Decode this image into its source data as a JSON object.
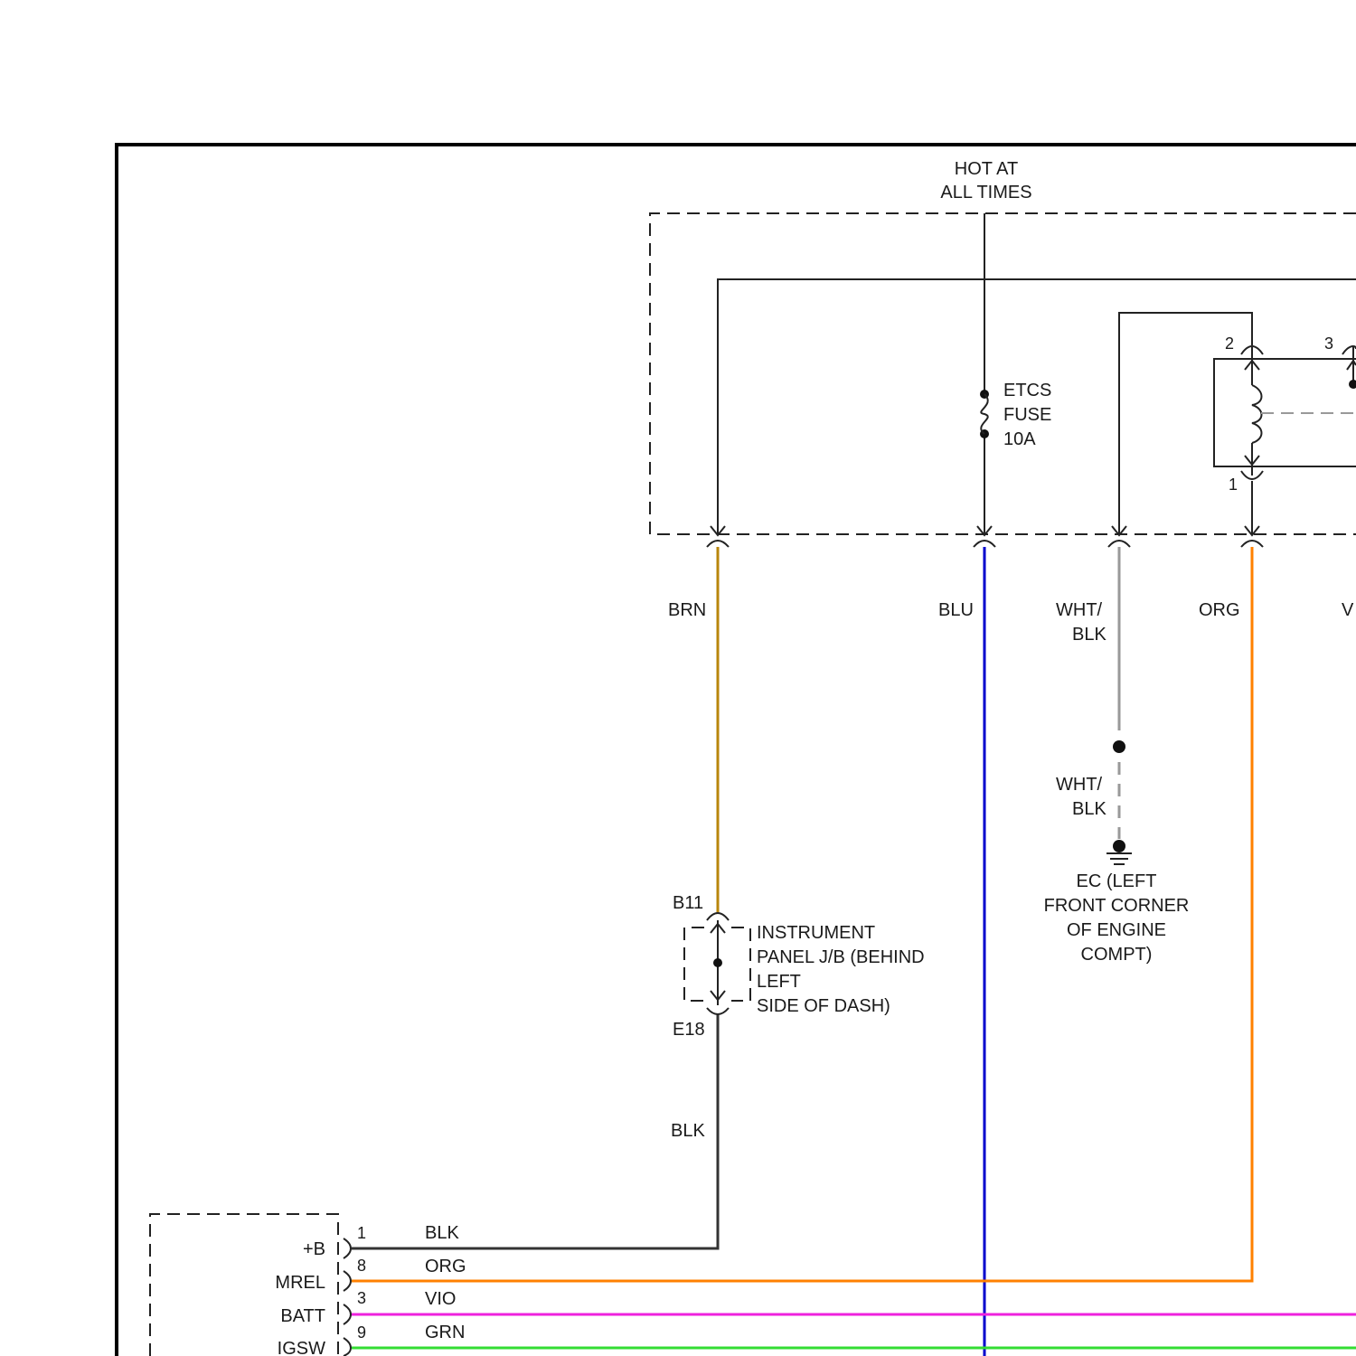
{
  "power": {
    "line1": "HOT AT",
    "line2": "ALL TIMES"
  },
  "fuse": {
    "line1": "ETCS",
    "line2": "FUSE",
    "line3": "10A"
  },
  "relay": {
    "pin_2": "2",
    "pin_3": "3",
    "pin_1": "1"
  },
  "wires": {
    "brn": "BRN",
    "blu": "BLU",
    "wht_blk_1a": "WHT/",
    "wht_blk_1b": "BLK",
    "org": "ORG",
    "vio_partial": "V",
    "wht_blk_2a": "WHT/",
    "wht_blk_2b": "BLK",
    "blk": "BLK"
  },
  "ground": {
    "line1": "EC (LEFT",
    "line2": "FRONT CORNER",
    "line3": "OF ENGINE",
    "line4": "COMPT)"
  },
  "junction_block": {
    "pin_top": "B11",
    "pin_bottom": "E18",
    "line1": "INSTRUMENT",
    "line2": "PANEL J/B (BEHIND",
    "line3": "LEFT",
    "line4": "SIDE OF DASH)"
  },
  "ecm": {
    "rows": [
      {
        "pin_name": "+B",
        "pin_no": "1",
        "wire": "BLK"
      },
      {
        "pin_name": "MREL",
        "pin_no": "8",
        "wire": "ORG"
      },
      {
        "pin_name": "BATT",
        "pin_no": "3",
        "wire": "VIO"
      },
      {
        "pin_name": "IGSW",
        "pin_no": "9",
        "wire": "GRN"
      }
    ]
  },
  "colors": {
    "brn": "#b8860b",
    "blu": "#0000cc",
    "wht_blk": "#999999",
    "org": "#ff8000",
    "blk": "#333333",
    "vio": "#ee22dd",
    "grn": "#33dd33"
  }
}
